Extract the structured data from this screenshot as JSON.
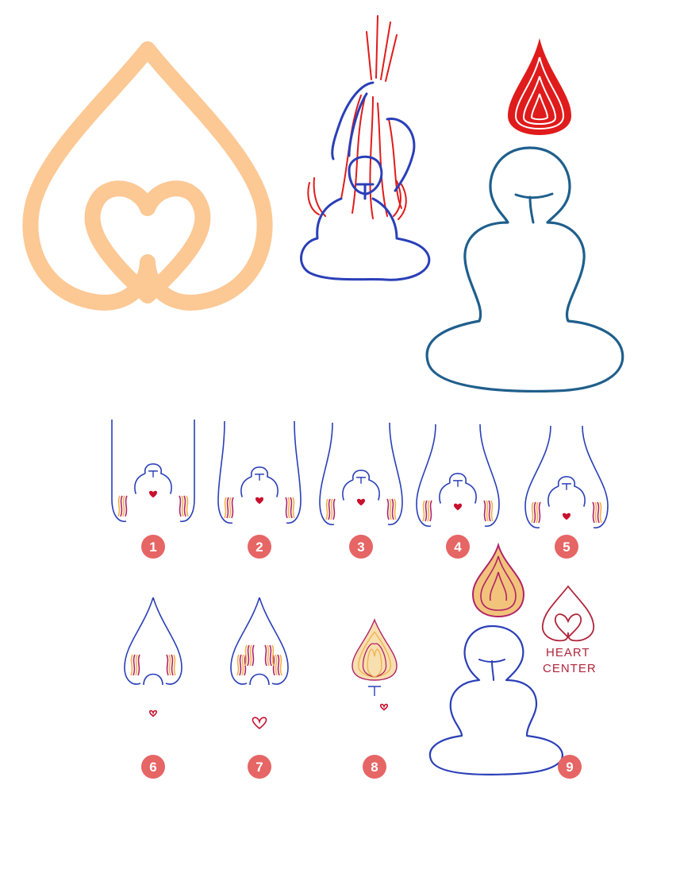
{
  "logo": {
    "color": "#fcc894"
  },
  "colors": {
    "blue_ink": "#2a3fb8",
    "teal_outline": "#1f5f8c",
    "red_flame": "#e01b1b",
    "badge": "#e66565",
    "heart_red": "#c8102e",
    "flame_orange": "#f0b04a",
    "flame_magenta": "#b0246a"
  },
  "steps": [
    {
      "label": "1",
      "icon": "meditator-in-drop-icon"
    },
    {
      "label": "2",
      "icon": "meditator-in-drop-icon"
    },
    {
      "label": "3",
      "icon": "meditator-in-drop-icon"
    },
    {
      "label": "4",
      "icon": "meditator-in-drop-icon"
    },
    {
      "label": "5",
      "icon": "meditator-in-drop-icon"
    },
    {
      "label": "6",
      "icon": "drop-heart-icon"
    },
    {
      "label": "7",
      "icon": "drop-heart-icon"
    },
    {
      "label": "8",
      "icon": "flame-drop-icon"
    },
    {
      "label": "9",
      "icon": "meditator-flame-icon"
    }
  ],
  "heart_center": {
    "line1": "HEART",
    "line2": "CENTER"
  }
}
